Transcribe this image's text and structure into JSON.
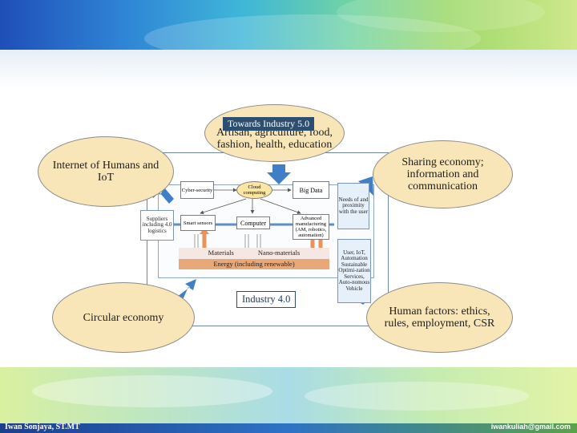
{
  "header": {
    "partial_text": ""
  },
  "footer": {
    "author": "Iwan Sonjaya, ST.MT",
    "email": "iwankuliah@gmail.com"
  },
  "diagram": {
    "top_title": "Towards Industry 5.0",
    "top_text": "Artisan, agriculture, food, fashion, health, education",
    "left_top": "Internet of Humans and IoT",
    "right_top": "Sharing economy; information and communication",
    "left_bottom": "Circular economy",
    "right_bottom": "Human factors: ethics, rules, employment, CSR",
    "industry_label": "Industry 4.0",
    "cyber": "Cyber-security",
    "cloud": "Cloud computing",
    "bigdata": "Big Data",
    "needs": "Needs of and proximity with the user",
    "suppliers": "Suppliers including 4.0 logistics",
    "smart": "Smart sensors",
    "computer": "Computer",
    "advanced": "Advanced manufacturing (AM, robotics, automation)",
    "user_iot": "User, IoT, Automation Sustainable Optimi-zation Services, Auto-nomous Vehicle",
    "materials": "Materials",
    "nano": "Nano-materials",
    "energy": "Energy (including renewable)"
  },
  "colors": {
    "ellipse": "#f9e6b8",
    "arrow": "#3f7fc8",
    "energy": "#e9a878"
  }
}
